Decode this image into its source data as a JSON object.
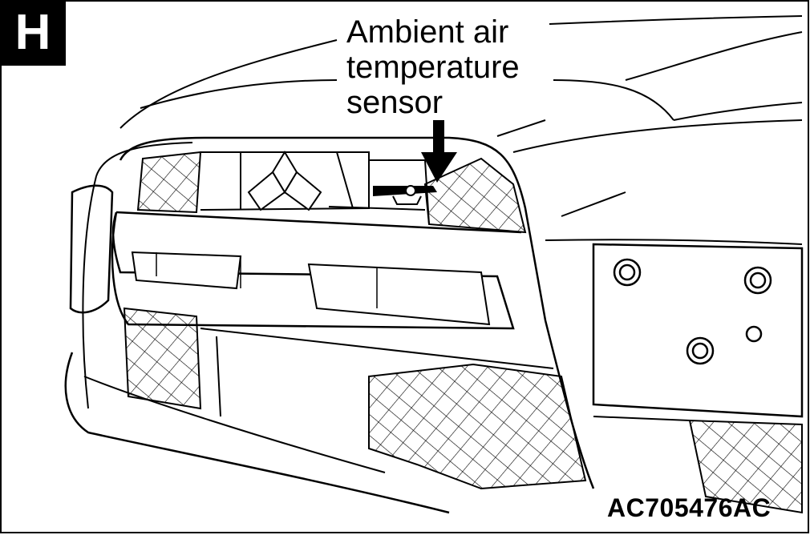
{
  "panel_letter": "H",
  "callout": {
    "line1": "Ambient air",
    "line2": "temperature",
    "line3": "sensor"
  },
  "figure_id": "AC705476AC"
}
